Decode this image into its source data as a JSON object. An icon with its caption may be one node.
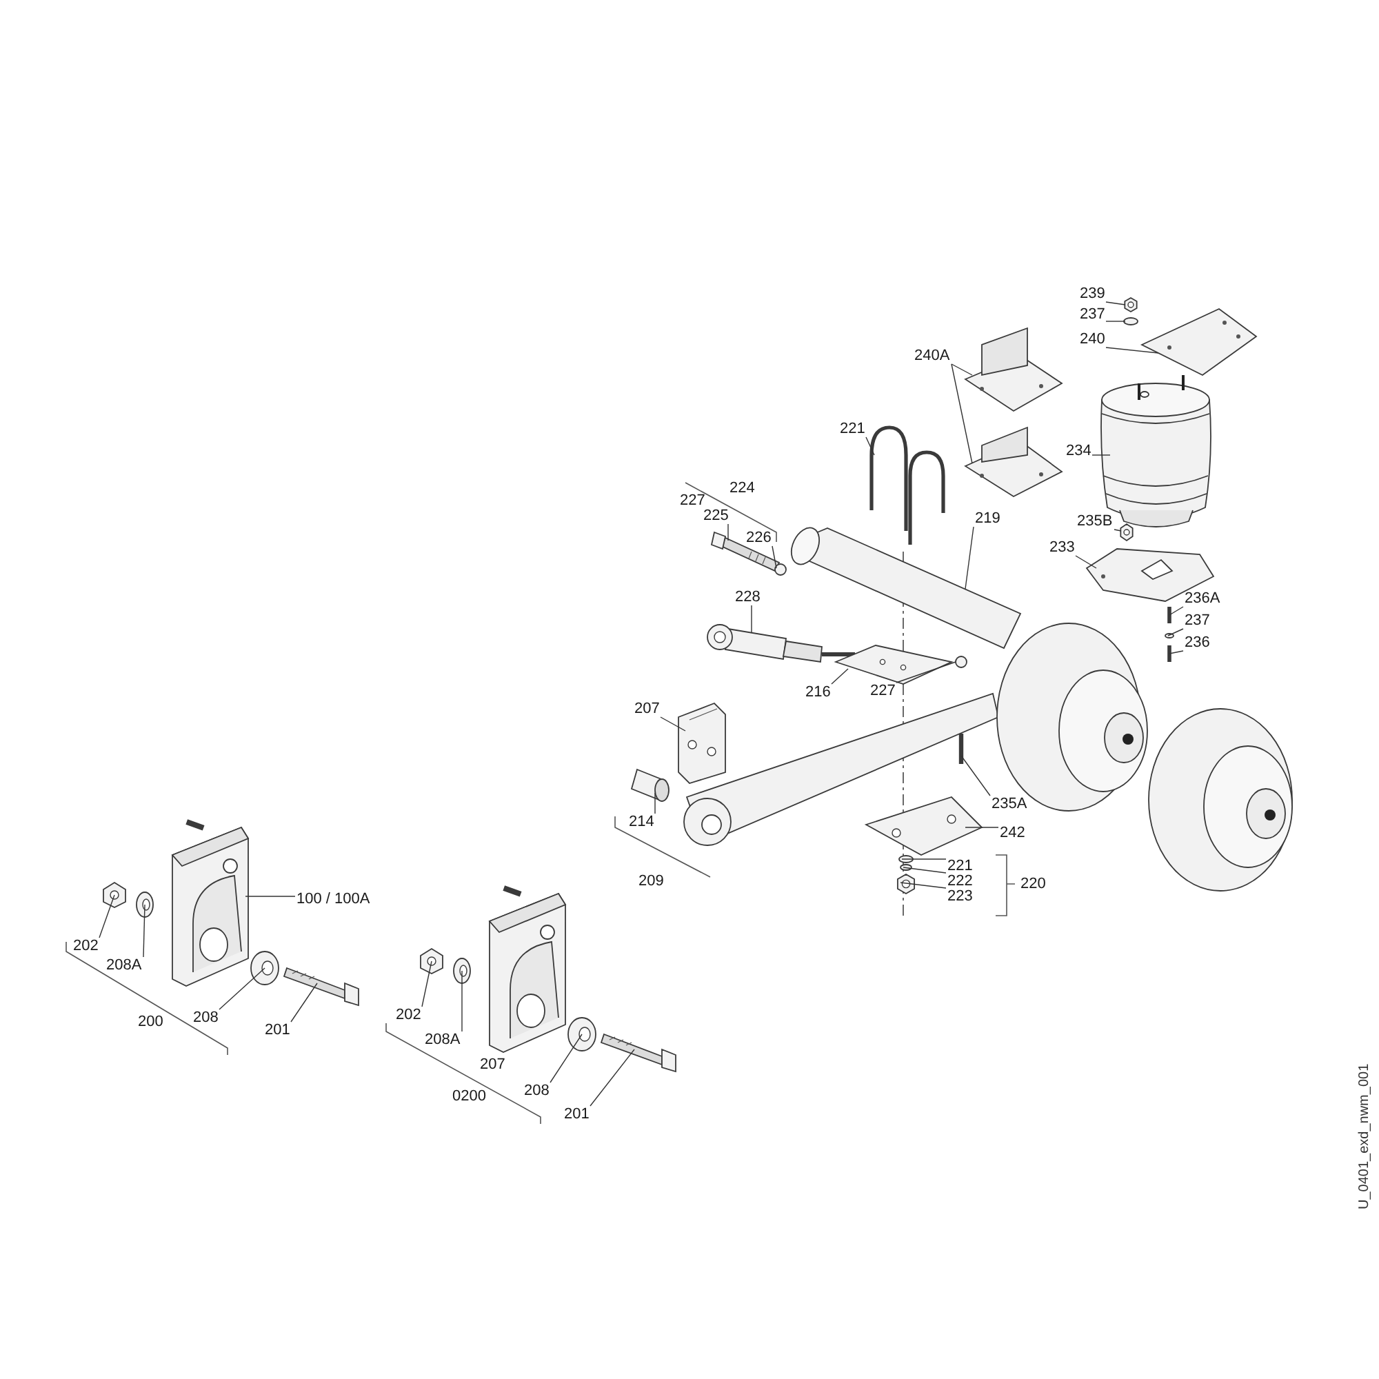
{
  "diagram": {
    "nodes": [
      {
        "text": [
          "239"
        ]
      },
      {
        "text": [
          "237"
        ]
      },
      {
        "text": [
          "240"
        ]
      },
      {
        "text": [
          "240A"
        ]
      },
      {
        "text": [
          "221"
        ]
      },
      {
        "text": [
          "234"
        ]
      },
      {
        "text": [
          "225"
        ]
      },
      {
        "text": [
          "226"
        ]
      },
      {
        "text": [
          "235B"
        ]
      },
      {
        "text": [
          "233"
        ]
      },
      {
        "text": [
          "219"
        ]
      },
      {
        "text": [
          "228"
        ]
      },
      {
        "text": [
          "236A"
        ]
      },
      {
        "text": [
          "237"
        ]
      },
      {
        "text": [
          "236"
        ]
      },
      {
        "text": [
          "216"
        ]
      },
      {
        "text": [
          "227"
        ]
      },
      {
        "text": [
          "207"
        ]
      },
      {
        "text": [
          "214"
        ]
      },
      {
        "text": [
          "235A"
        ]
      },
      {
        "text": [
          "242"
        ]
      },
      {
        "text": [
          "221"
        ]
      },
      {
        "text": [
          "222"
        ]
      },
      {
        "text": [
          "223"
        ]
      },
      {
        "text": [
          "100 / 100A"
        ]
      },
      {
        "text": [
          "202"
        ]
      },
      {
        "text": [
          "208A"
        ]
      },
      {
        "text": [
          "208"
        ]
      },
      {
        "text": [
          "201"
        ]
      },
      {
        "text": [
          "202"
        ]
      },
      {
        "text": [
          "208A"
        ]
      },
      {
        "text": [
          "208"
        ]
      },
      {
        "text": [
          "201"
        ]
      },
      {
        "text": [],
        "shape": "hexagon"
      },
      {
        "text": [],
        "shape": "circle"
      },
      {
        "text": [],
        "shape": "picture"
      },
      {
        "text": [],
        "shape": "picture"
      },
      {
        "text": [],
        "shape": "picture"
      },
      {
        "text": [],
        "shape": "picture"
      },
      {
        "text": [],
        "shape": "picture"
      },
      {
        "text": [],
        "shape": "picture"
      },
      {
        "text": [],
        "shape": "picture"
      },
      {
        "text": [],
        "shape": "circle"
      },
      {
        "text": [],
        "shape": "hexagon"
      },
      {
        "text": [],
        "shape": "picture"
      },
      {
        "text": [],
        "shape": "picture"
      },
      {
        "text": [],
        "shape": "picture"
      },
      {
        "text": [],
        "shape": "box"
      },
      {
        "text": [],
        "shape": "circle"
      },
      {
        "text": [],
        "shape": "box"
      },
      {
        "text": [],
        "shape": "picture"
      },
      {
        "text": [],
        "shape": "circle"
      },
      {
        "text": [],
        "shape": "picture"
      },
      {
        "text": [],
        "shape": "picture"
      },
      {
        "text": [],
        "shape": "picture"
      },
      {
        "text": [],
        "shape": "box"
      },
      {
        "text": [],
        "shape": "picture"
      },
      {
        "text": [],
        "shape": "circle"
      },
      {
        "text": [],
        "shape": "circle"
      },
      {
        "text": [],
        "shape": "hexagon"
      },
      {
        "text": [],
        "shape": "picture"
      },
      {
        "text": [],
        "shape": "picture"
      },
      {
        "text": [],
        "shape": "picture"
      },
      {
        "text": [],
        "shape": "picture"
      },
      {
        "text": [],
        "shape": "picture"
      },
      {
        "text": [],
        "shape": "picture"
      },
      {
        "text": [],
        "shape": "picture"
      },
      {
        "text": [],
        "shape": "picture"
      },
      {
        "text": [],
        "shape": "picture"
      },
      {
        "text": [],
        "shape": "picture"
      },
      {
        "text": [],
        "shape": "picture"
      },
      {
        "text": [],
        "shape": "picture"
      }
    ],
    "edges": [
      {
        "from": 0,
        "to": 33,
        "arrow": "none"
      },
      {
        "from": 1,
        "to": 34,
        "arrow": "none"
      },
      {
        "from": 2,
        "to": 35,
        "arrow": "none"
      },
      {
        "from": 3,
        "to": 36,
        "arrow": "none"
      },
      {
        "from": 3,
        "to": 37,
        "arrow": "none"
      },
      {
        "from": 4,
        "to": 38,
        "arrow": "none"
      },
      {
        "from": 5,
        "to": 40,
        "arrow": "none"
      },
      {
        "from": 6,
        "to": 41,
        "arrow": "none"
      },
      {
        "from": 7,
        "to": 42,
        "arrow": "none"
      },
      {
        "from": 8,
        "to": 43,
        "arrow": "none"
      },
      {
        "from": 9,
        "to": 44,
        "arrow": "none"
      },
      {
        "from": 10,
        "to": 45,
        "arrow": "none"
      },
      {
        "from": 11,
        "to": 46,
        "arrow": "none"
      },
      {
        "from": 12,
        "to": 47,
        "arrow": "none"
      },
      {
        "from": 13,
        "to": 48,
        "arrow": "none"
      },
      {
        "from": 14,
        "to": 49,
        "arrow": "none"
      },
      {
        "from": 15,
        "to": 50,
        "arrow": "none"
      },
      {
        "from": 16,
        "to": 51,
        "arrow": "none"
      },
      {
        "from": 17,
        "to": 52,
        "arrow": "none"
      },
      {
        "from": 18,
        "to": 53,
        "arrow": "none"
      },
      {
        "from": 19,
        "to": 55,
        "arrow": "none"
      },
      {
        "from": 20,
        "to": 56,
        "arrow": "none"
      },
      {
        "from": 21,
        "to": 57,
        "arrow": "none"
      },
      {
        "from": 22,
        "to": 58,
        "arrow": "none"
      },
      {
        "from": 23,
        "to": 59,
        "arrow": "none"
      },
      {
        "from": 24,
        "to": 62,
        "arrow": "none"
      },
      {
        "from": 25,
        "to": 63,
        "arrow": "none"
      },
      {
        "from": 26,
        "to": 64,
        "arrow": "none"
      },
      {
        "from": 27,
        "to": 65,
        "arrow": "none"
      },
      {
        "from": 28,
        "to": 66,
        "arrow": "none"
      },
      {
        "from": 29,
        "to": 68,
        "arrow": "none"
      },
      {
        "from": 30,
        "to": 69,
        "arrow": "none"
      },
      {
        "from": 31,
        "to": 70,
        "arrow": "none"
      },
      {
        "from": 32,
        "to": 71,
        "arrow": "none"
      }
    ],
    "labels": [
      "224",
      "227",
      "209",
      "220",
      "200",
      "207",
      "0200",
      "U_0401_exd_nwm_001"
    ]
  }
}
